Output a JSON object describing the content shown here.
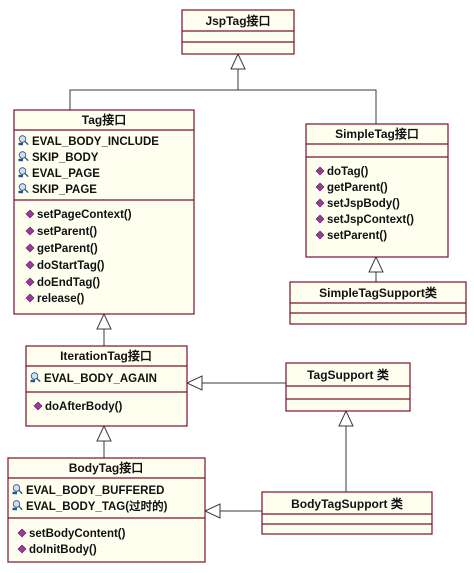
{
  "classes": {
    "jsptag": {
      "title": "JspTag接口"
    },
    "tag": {
      "title": "Tag接口",
      "fields": [
        "EVAL_BODY_INCLUDE",
        "SKIP_BODY",
        "EVAL_PAGE",
        "SKIP_PAGE"
      ],
      "methods": [
        "setPageContext()",
        "setParent()",
        "getParent()",
        "doStartTag()",
        "doEndTag()",
        "release()"
      ]
    },
    "simpletag": {
      "title": "SimpleTag接口",
      "methods": [
        "doTag()",
        "getParent()",
        "setJspBody()",
        "setJspContext()",
        "setParent()"
      ]
    },
    "simpletagsupport": {
      "title": "SimpleTagSupport类"
    },
    "iterationtag": {
      "title": "IterationTag接口",
      "fields": [
        "EVAL_BODY_AGAIN"
      ],
      "methods": [
        "doAfterBody()"
      ]
    },
    "tagsupport": {
      "title": "TagSupport 类"
    },
    "bodytag": {
      "title": "BodyTag接口",
      "fields": [
        "EVAL_BODY_BUFFERED",
        "EVAL_BODY_TAG(过时的)"
      ],
      "methods": [
        "setBodyContent()",
        "doInitBody()"
      ]
    },
    "bodytagsupport": {
      "title": "BodyTagSupport 类"
    }
  }
}
